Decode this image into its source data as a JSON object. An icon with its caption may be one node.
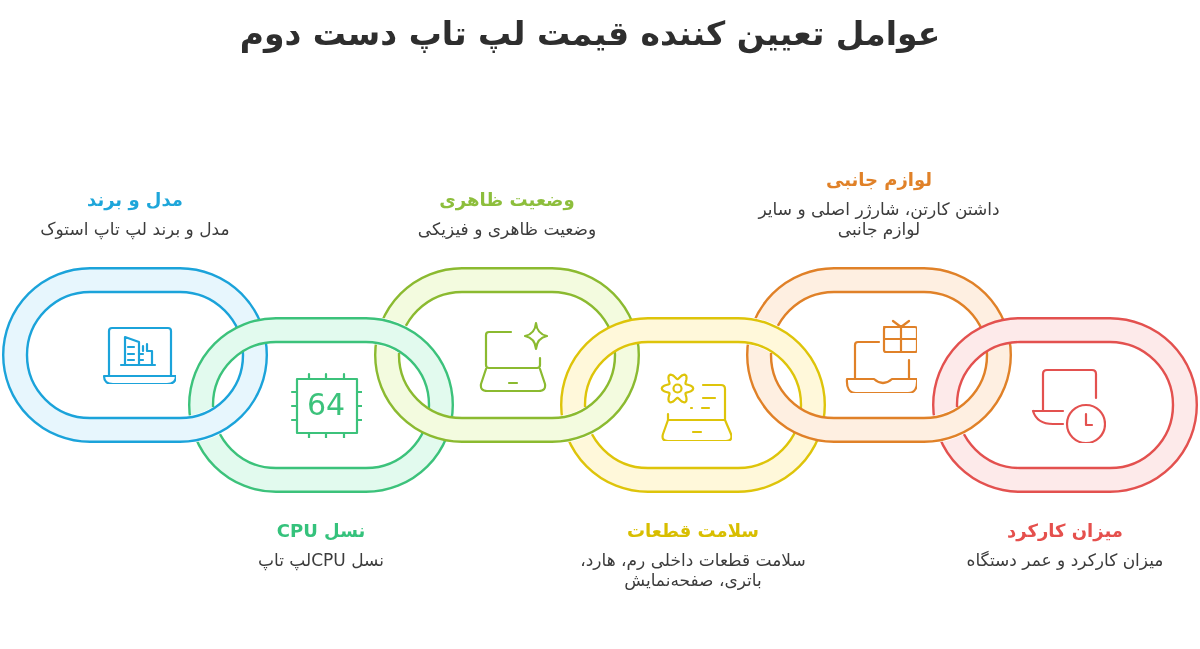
{
  "diagram": {
    "title": "عوامل تعیین کننده قیمت لپ تاپ دست دوم",
    "nodes": [
      {
        "text": [
          "مدل و برند",
          "مدل و برند لپ تاپ استوک"
        ]
      },
      {
        "text": [
          "نسل CPU",
          "نسل CPUلپ تاپ"
        ]
      },
      {
        "text": [
          "وضعیت ظاهری",
          "وضعیت ظاهری و فیزیکی"
        ]
      },
      {
        "text": [
          "سلامت قطعات",
          "سلامت قطعات داخلی رم، هارد، باتری، صفحه‌نمایش"
        ]
      },
      {
        "text": [
          "لوازم جانبی",
          "داشتن کارتن، شارژر اصلی و سایر لوازم جانبی"
        ]
      },
      {
        "text": [
          "میزان کارکرد",
          "میزان کارکرد و عمر دستگاه"
        ]
      }
    ],
    "labels": [
      "64"
    ]
  }
}
